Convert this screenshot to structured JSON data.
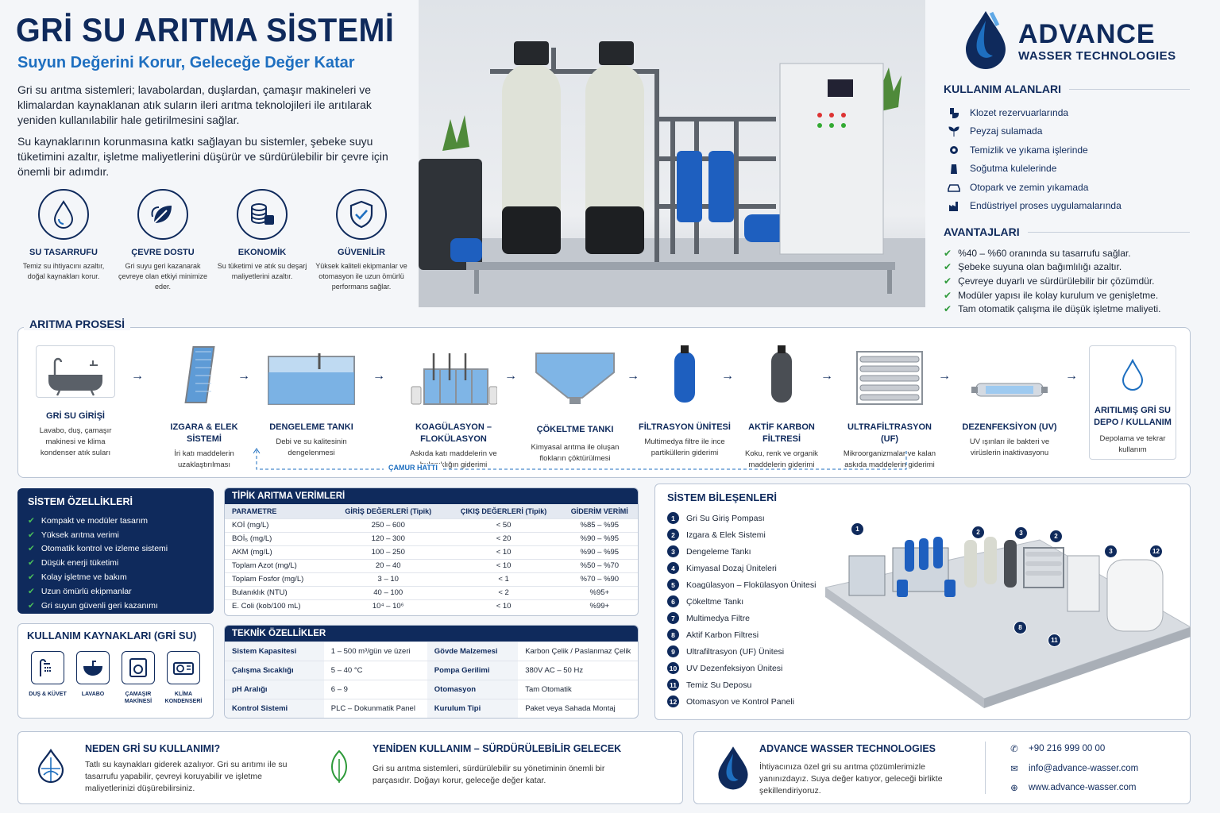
{
  "header": {
    "title": "GRİ SU ARITMA SİSTEMİ",
    "subtitle": "Suyun Değerini Korur, Geleceğe Değer Katar",
    "intro1": "Gri su arıtma sistemleri; lavabolardan, duşlardan, çamaşır makineleri ve klimalardan kaynaklanan atık suların ileri arıtma teknolojileri ile arıtılarak yeniden kullanılabilir hale getirilmesini sağlar.",
    "intro2": "Su kaynaklarının korunmasına katkı sağlayan bu sistemler, şebeke suyu tüketimini azaltır, işletme maliyetlerini düşürür ve sürdürülebilir bir çevre için önemli bir adımdır."
  },
  "benefits": [
    {
      "title": "SU TASARRUFU",
      "desc": "Temiz su ihtiyacını azaltır, doğal kaynakları korur.",
      "icon": "water-drop-icon"
    },
    {
      "title": "ÇEVRE DOSTU",
      "desc": "Gri suyu geri kazanarak çevreye olan etkiyi minimize eder.",
      "icon": "leaves-icon"
    },
    {
      "title": "EKONOMİK",
      "desc": "Su tüketimi ve atık su deşarj maliyetlerini azaltır.",
      "icon": "coins-icon"
    },
    {
      "title": "GÜVENİLİR",
      "desc": "Yüksek kaliteli ekipmanlar ve otomasyon ile uzun ömürlü performans sağlar.",
      "icon": "shield-check-icon"
    }
  ],
  "brand": {
    "name": "ADVANCE",
    "sub": "WASSER TECHNOLOGIES"
  },
  "usage": {
    "title": "KULLANIM ALANLARI",
    "items": [
      "Klozet rezervuarlarında",
      "Peyzaj sulamada",
      "Temizlik ve yıkama işlerinde",
      "Soğutma kulelerinde",
      "Otopark ve zemin yıkamada",
      "Endüstriyel proses uygulamalarında"
    ]
  },
  "advantages": {
    "title": "AVANTAJLARI",
    "items": [
      "%40 – %60 oranında su tasarrufu sağlar.",
      "Şebeke suyuna olan bağımlılığı azaltır.",
      "Çevreye duyarlı ve sürdürülebilir bir çözümdür.",
      "Modüler yapısı ile kolay kurulum ve genişletme.",
      "Tam otomatik çalışma ile düşük işletme maliyeti."
    ]
  },
  "process": {
    "title": "ARITMA PROSESİ",
    "sludge": "ÇAMUR HATTI",
    "steps": [
      {
        "title": "GRİ SU GİRİŞİ",
        "desc": "Lavabo, duş, çamaşır makinesi ve klima kondenser atık suları"
      },
      {
        "title": "IZGARA & ELEK SİSTEMİ",
        "desc": "İri katı maddelerin uzaklaştırılması"
      },
      {
        "title": "DENGELEME TANKI",
        "desc": "Debi ve su kalitesinin dengelenmesi"
      },
      {
        "title": "KOAGÜLASYON – FLOKÜLASYON",
        "desc": "Askıda katı maddelerin ve bulanıklığın giderimi"
      },
      {
        "title": "ÇÖKELTME TANKI",
        "desc": "Kimyasal arıtma ile oluşan flokların çöktürülmesi"
      },
      {
        "title": "FİLTRASYON ÜNİTESİ",
        "desc": "Multimedya filtre ile ince partiküllerin giderimi"
      },
      {
        "title": "AKTİF KARBON FİLTRESİ",
        "desc": "Koku, renk ve organik maddelerin giderimi"
      },
      {
        "title": "ULTRAFİLTRASYON (UF)",
        "desc": "Mikroorganizmalar ve kalan askıda maddelerin giderimi"
      },
      {
        "title": "DEZENFEKSİYON (UV)",
        "desc": "UV ışınları ile bakteri ve virüslerin inaktivasyonu"
      },
      {
        "title": "ARITILMIŞ GRİ SU DEPO / KULLANIM",
        "desc": "Depolama ve tekrar kullanım"
      }
    ]
  },
  "features": {
    "title": "SİSTEM ÖZELLİKLERİ",
    "items": [
      "Kompakt ve modüler tasarım",
      "Yüksek arıtma verimi",
      "Otomatik kontrol ve izleme sistemi",
      "Düşük enerji tüketimi",
      "Kolay işletme ve bakım",
      "Uzun ömürlü ekipmanlar",
      "Gri suyun güvenli geri kazanımı"
    ]
  },
  "sources": {
    "title": "KULLANIM KAYNAKLARI (GRİ SU)",
    "items": [
      "DUŞ & KÜVET",
      "LAVABO",
      "ÇAMAŞIR MAKİNESİ",
      "KLİMA KONDENSERİ"
    ]
  },
  "efficiency": {
    "title": "TİPİK ARITMA VERİMLERİ",
    "cols": [
      "PARAMETRE",
      "GİRİŞ DEĞERLERİ (Tipik)",
      "ÇIKIŞ DEĞERLERİ (Tipik)",
      "GİDERİM VERİMİ"
    ],
    "rows": [
      [
        "KOİ (mg/L)",
        "250 – 600",
        "< 50",
        "%85 – %95"
      ],
      [
        "BOİ₅ (mg/L)",
        "120 – 300",
        "< 20",
        "%90 – %95"
      ],
      [
        "AKM (mg/L)",
        "100 – 250",
        "< 10",
        "%90 – %95"
      ],
      [
        "Toplam Azot (mg/L)",
        "20 – 40",
        "< 10",
        "%50 – %70"
      ],
      [
        "Toplam Fosfor (mg/L)",
        "3 – 10",
        "< 1",
        "%70 – %90"
      ],
      [
        "Bulanıklık (NTU)",
        "40 – 100",
        "< 2",
        "%95+"
      ],
      [
        "E. Coli (kob/100 mL)",
        "10⁴ – 10⁶",
        "< 10",
        "%99+"
      ]
    ]
  },
  "tech": {
    "title": "TEKNİK ÖZELLİKLER",
    "rows": [
      [
        "Sistem Kapasitesi",
        "1 – 500 m³/gün ve üzeri",
        "Gövde Malzemesi",
        "Karbon Çelik / Paslanmaz Çelik"
      ],
      [
        "Çalışma Sıcaklığı",
        "5 – 40 °C",
        "Pompa Gerilimi",
        "380V AC – 50 Hz"
      ],
      [
        "pH Aralığı",
        "6 – 9",
        "Otomasyon",
        "Tam Otomatik"
      ],
      [
        "Kontrol Sistemi",
        "PLC – Dokunmatik Panel",
        "Kurulum Tipi",
        "Paket veya Sahada Montaj"
      ]
    ]
  },
  "components": {
    "title": "SİSTEM BİLEŞENLERİ",
    "items": [
      "Gri Su Giriş Pompası",
      "Izgara & Elek Sistemi",
      "Dengeleme Tankı",
      "Kimyasal Dozaj Üniteleri",
      "Koagülasyon – Flokülasyon Ünitesi",
      "Çökeltme Tankı",
      "Multimedya Filtre",
      "Aktif Karbon Filtresi",
      "Ultrafiltrasyon (UF) Ünitesi",
      "UV Dezenfeksiyon Ünitesi",
      "Temiz Su Deposu",
      "Otomasyon ve Kontrol Paneli"
    ],
    "pins": [
      "1",
      "2",
      "3",
      "2",
      "3",
      "12",
      "8",
      "11"
    ]
  },
  "footer": {
    "why_title": "NEDEN GRİ SU KULLANIMI?",
    "why_desc": "Tatlı su kaynakları giderek azalıyor. Gri su arıtımı ile su tasarrufu yapabilir, çevreyi koruyabilir ve işletme maliyetlerinizi düşürebilirsiniz.",
    "reuse_title": "YENİDEN KULLANIM – SÜRDÜRÜLEBİLİR GELECEK",
    "reuse_desc": "Gri su arıtma sistemleri, sürdürülebilir su yönetiminin önemli bir parçasıdır. Doğayı korur, geleceğe değer katar.",
    "company_title": "ADVANCE WASSER TECHNOLOGIES",
    "company_desc": "İhtiyacınıza özel gri su arıtma çözümlerimizle yanınızdayız. Suya değer katıyor, geleceği birlikte şekillendiriyoruz.",
    "phone": "+90 216 999 00 00",
    "email": "info@advance-wasser.com",
    "web": "www.advance-wasser.com"
  },
  "colors": {
    "navy": "#0f2a5c",
    "blue": "#1e6fc0",
    "green": "#2e9a3a"
  }
}
